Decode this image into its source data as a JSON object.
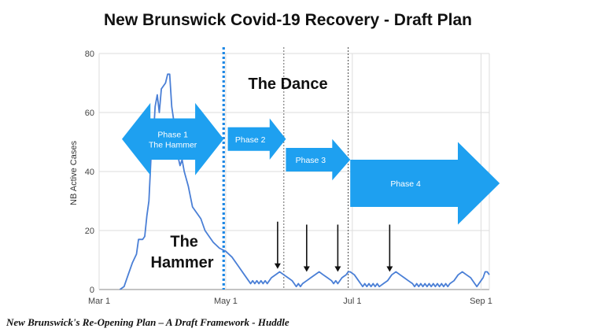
{
  "chart_data": {
    "type": "line",
    "title": "New Brunswick Covid-19 Recovery - Draft Plan",
    "ylabel": "NB Active Cases",
    "xlabel": "",
    "ylim": [
      0,
      80
    ],
    "yticks": [
      0,
      20,
      40,
      60,
      80
    ],
    "xlim": [
      "2020-03-01",
      "2020-09-05"
    ],
    "xticks": [
      {
        "date": "2020-03-01",
        "label": "Mar 1"
      },
      {
        "date": "2020-05-01",
        "label": "May 1"
      },
      {
        "date": "2020-07-01",
        "label": "Jul 1"
      },
      {
        "date": "2020-09-01",
        "label": "Sep 1"
      }
    ],
    "grid": true,
    "line_color": "#4a7fd6",
    "arrow_color": "#1ea0f0",
    "series": [
      {
        "points": [
          [
            "2020-03-11",
            0
          ],
          [
            "2020-03-13",
            1
          ],
          [
            "2020-03-15",
            5
          ],
          [
            "2020-03-17",
            9
          ],
          [
            "2020-03-19",
            12
          ],
          [
            "2020-03-20",
            17
          ],
          [
            "2020-03-22",
            17
          ],
          [
            "2020-03-23",
            18
          ],
          [
            "2020-03-24",
            25
          ],
          [
            "2020-03-25",
            30
          ],
          [
            "2020-03-26",
            45
          ],
          [
            "2020-03-27",
            50
          ],
          [
            "2020-03-28",
            62
          ],
          [
            "2020-03-29",
            66
          ],
          [
            "2020-03-30",
            60
          ],
          [
            "2020-03-31",
            68
          ],
          [
            "2020-04-02",
            70
          ],
          [
            "2020-04-03",
            73
          ],
          [
            "2020-04-04",
            73
          ],
          [
            "2020-04-05",
            62
          ],
          [
            "2020-04-06",
            57
          ],
          [
            "2020-04-07",
            50
          ],
          [
            "2020-04-08",
            45
          ],
          [
            "2020-04-09",
            42
          ],
          [
            "2020-04-10",
            44
          ],
          [
            "2020-04-11",
            40
          ],
          [
            "2020-04-13",
            35
          ],
          [
            "2020-04-15",
            28
          ],
          [
            "2020-04-17",
            26
          ],
          [
            "2020-04-19",
            24
          ],
          [
            "2020-04-21",
            20
          ],
          [
            "2020-04-23",
            18
          ],
          [
            "2020-04-25",
            16
          ],
          [
            "2020-04-28",
            14
          ],
          [
            "2020-05-01",
            13
          ],
          [
            "2020-05-04",
            11
          ],
          [
            "2020-05-07",
            8
          ],
          [
            "2020-05-10",
            5
          ],
          [
            "2020-05-12",
            3
          ],
          [
            "2020-05-13",
            2
          ],
          [
            "2020-05-14",
            3
          ],
          [
            "2020-05-15",
            2
          ],
          [
            "2020-05-16",
            3
          ],
          [
            "2020-05-17",
            2
          ],
          [
            "2020-05-18",
            3
          ],
          [
            "2020-05-19",
            2
          ],
          [
            "2020-05-20",
            3
          ],
          [
            "2020-05-21",
            2
          ],
          [
            "2020-05-22",
            3
          ],
          [
            "2020-05-23",
            4
          ],
          [
            "2020-05-25",
            5
          ],
          [
            "2020-05-27",
            6
          ],
          [
            "2020-05-29",
            5
          ],
          [
            "2020-05-31",
            4
          ],
          [
            "2020-06-02",
            3
          ],
          [
            "2020-06-03",
            2
          ],
          [
            "2020-06-04",
            1
          ],
          [
            "2020-06-05",
            2
          ],
          [
            "2020-06-06",
            1
          ],
          [
            "2020-06-07",
            2
          ],
          [
            "2020-06-09",
            3
          ],
          [
            "2020-06-11",
            4
          ],
          [
            "2020-06-13",
            5
          ],
          [
            "2020-06-15",
            6
          ],
          [
            "2020-06-17",
            5
          ],
          [
            "2020-06-19",
            4
          ],
          [
            "2020-06-21",
            3
          ],
          [
            "2020-06-22",
            2
          ],
          [
            "2020-06-23",
            3
          ],
          [
            "2020-06-24",
            2
          ],
          [
            "2020-06-26",
            4
          ],
          [
            "2020-06-28",
            5
          ],
          [
            "2020-06-29",
            6
          ],
          [
            "2020-06-30",
            6
          ],
          [
            "2020-07-02",
            5
          ],
          [
            "2020-07-04",
            3
          ],
          [
            "2020-07-05",
            2
          ],
          [
            "2020-07-06",
            1
          ],
          [
            "2020-07-07",
            2
          ],
          [
            "2020-07-08",
            1
          ],
          [
            "2020-07-09",
            2
          ],
          [
            "2020-07-10",
            1
          ],
          [
            "2020-07-11",
            2
          ],
          [
            "2020-07-12",
            1
          ],
          [
            "2020-07-13",
            2
          ],
          [
            "2020-07-14",
            1
          ],
          [
            "2020-07-16",
            2
          ],
          [
            "2020-07-18",
            3
          ],
          [
            "2020-07-20",
            5
          ],
          [
            "2020-07-22",
            6
          ],
          [
            "2020-07-24",
            5
          ],
          [
            "2020-07-26",
            4
          ],
          [
            "2020-07-28",
            3
          ],
          [
            "2020-07-30",
            2
          ],
          [
            "2020-07-31",
            1
          ],
          [
            "2020-08-01",
            2
          ],
          [
            "2020-08-02",
            1
          ],
          [
            "2020-08-03",
            2
          ],
          [
            "2020-08-04",
            1
          ],
          [
            "2020-08-05",
            2
          ],
          [
            "2020-08-06",
            1
          ],
          [
            "2020-08-07",
            2
          ],
          [
            "2020-08-08",
            1
          ],
          [
            "2020-08-09",
            2
          ],
          [
            "2020-08-10",
            1
          ],
          [
            "2020-08-11",
            2
          ],
          [
            "2020-08-12",
            1
          ],
          [
            "2020-08-13",
            2
          ],
          [
            "2020-08-14",
            1
          ],
          [
            "2020-08-15",
            2
          ],
          [
            "2020-08-16",
            1
          ],
          [
            "2020-08-17",
            2
          ],
          [
            "2020-08-19",
            3
          ],
          [
            "2020-08-21",
            5
          ],
          [
            "2020-08-23",
            6
          ],
          [
            "2020-08-25",
            5
          ],
          [
            "2020-08-27",
            4
          ],
          [
            "2020-08-28",
            3
          ],
          [
            "2020-08-29",
            2
          ],
          [
            "2020-08-30",
            1
          ],
          [
            "2020-08-31",
            2
          ],
          [
            "2020-09-01",
            3
          ],
          [
            "2020-09-02",
            4
          ],
          [
            "2020-09-03",
            6
          ],
          [
            "2020-09-04",
            6
          ],
          [
            "2020-09-05",
            5
          ]
        ]
      }
    ],
    "vlines": [
      {
        "date": "2020-04-30",
        "style": "thick-dotted",
        "color": "#1e88e5"
      },
      {
        "date": "2020-05-29",
        "style": "thin-dotted",
        "color": "#666666"
      },
      {
        "date": "2020-06-29",
        "style": "thin-dotted",
        "color": "#444444"
      }
    ],
    "phases": [
      {
        "lines": [
          "Phase 1",
          "The Hammer"
        ],
        "start": "2020-03-12",
        "end": "2020-04-30",
        "y": 51,
        "height": 14,
        "double": true
      },
      {
        "lines": [
          "Phase 2"
        ],
        "start": "2020-05-02",
        "end": "2020-05-30",
        "y": 51,
        "height": 8,
        "double": false
      },
      {
        "lines": [
          "Phase 3"
        ],
        "start": "2020-05-30",
        "end": "2020-06-30",
        "y": 44,
        "height": 8,
        "double": false
      },
      {
        "lines": [
          "Phase 4"
        ],
        "start": "2020-06-30",
        "end": "2020-09-10",
        "y": 36,
        "height": 16,
        "double": false
      }
    ],
    "markers": [
      {
        "date": "2020-05-26",
        "from": 23,
        "to": 7
      },
      {
        "date": "2020-06-09",
        "from": 22,
        "to": 6
      },
      {
        "date": "2020-06-24",
        "from": 22,
        "to": 6
      },
      {
        "date": "2020-07-19",
        "from": 22,
        "to": 6
      }
    ],
    "annotations": [
      {
        "text": "The Dance",
        "date": "2020-05-31",
        "y": 68
      },
      {
        "text": "The",
        "date": "2020-04-11",
        "y": 14.5
      },
      {
        "text": "Hammer",
        "date": "2020-04-10",
        "y": 7.5
      }
    ]
  },
  "caption": "New Brunswick's Re-Opening Plan – A Draft Framework - Huddle"
}
